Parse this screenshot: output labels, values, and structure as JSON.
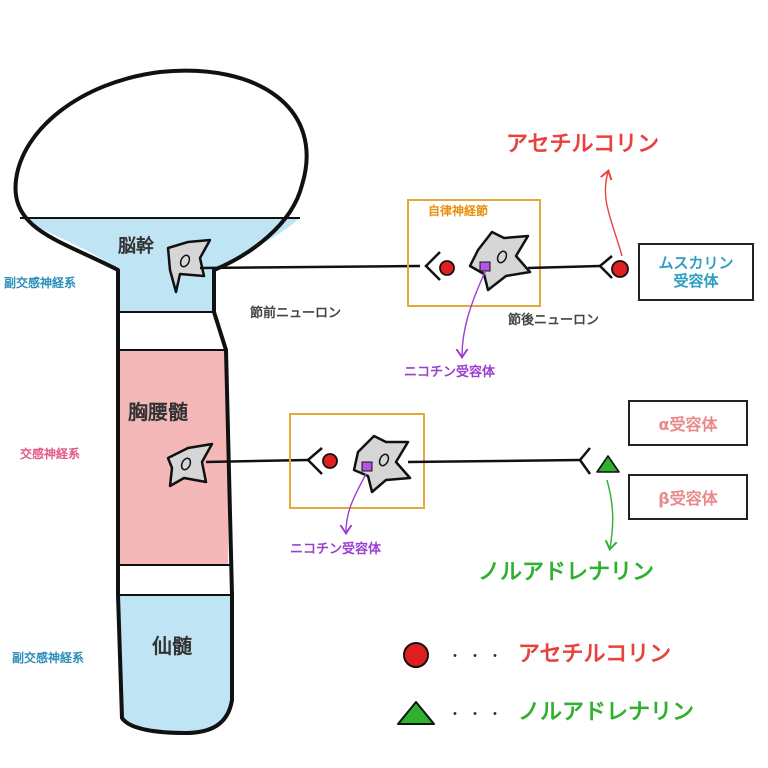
{
  "colors": {
    "acetylcholine": "#e8423c",
    "noradrenaline": "#2fb02f",
    "parasympathetic": "#2e8fb8",
    "sympathetic": "#e05a8a",
    "ganglion_box": "#e2a93a",
    "ganglion_label": "#e8900e",
    "nicotinic": "#9b3fd0",
    "receptor_text": "#2e9fc0",
    "alpha_beta": "#e98a8a",
    "brainstem_fill": "#bfe4f4",
    "thoracolumbar_fill": "#f4b8b8",
    "sacral_fill": "#bfe4f4",
    "neuron_fill": "#d6d6d6"
  },
  "spine": {
    "brainstem": "脳幹",
    "thoracolumbar": "胸腰髄",
    "sacral": "仙髄"
  },
  "side_labels": {
    "parasympathetic_top": "副交感神経系",
    "sympathetic": "交感神経系",
    "parasympathetic_bottom": "副交感神経系"
  },
  "parasympathetic_pathway": {
    "ganglion_label": "自律神経節",
    "preganglionic": "節前ニューロン",
    "postganglionic": "節後ニューロン",
    "nicotinic": "ニコチン受容体",
    "transmitter": "アセチルコリン",
    "receptor_line1": "ムスカリン",
    "receptor_line2": "受容体"
  },
  "sympathetic_pathway": {
    "nicotinic": "ニコチン受容体",
    "alpha_receptor": "α受容体",
    "beta_receptor": "β受容体",
    "transmitter": "ノルアドレナリン"
  },
  "legend": {
    "dots": "・・・",
    "ach_label": "アセチルコリン",
    "na_label": "ノルアドレナリン",
    "ach_shape": "red-circle-icon",
    "na_shape": "green-triangle-icon"
  }
}
